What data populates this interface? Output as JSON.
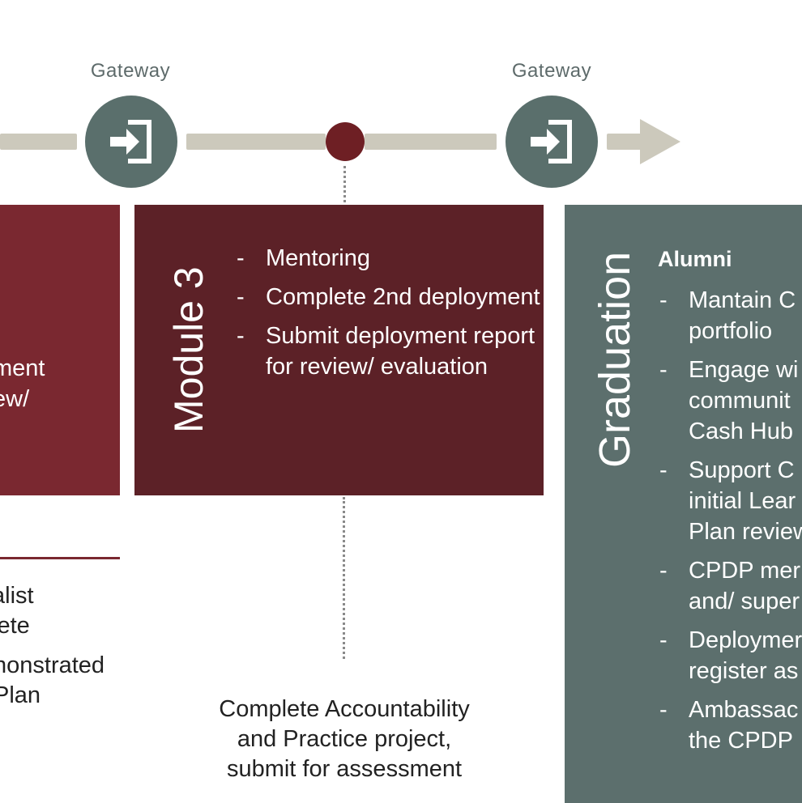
{
  "timeline": {
    "gateway_left_label": "Gateway",
    "gateway_right_label": "Gateway"
  },
  "left_card": {
    "fragment_text": "ment\new/"
  },
  "module3": {
    "title": "Module 3",
    "items": [
      "Mentoring",
      "Complete 2nd deployment",
      "Submit deployment report for review/ evaluation"
    ]
  },
  "graduation": {
    "title": "Graduation",
    "subtitle": "Alumni",
    "items": [
      "Mantain C\nportfolio",
      "Engage wi\ncommunit\nCash Hub",
      "Support C\ninitial Lear\nPlan review",
      "CPDP mer\nand/ super",
      "Deploymer\nregister as",
      "Ambassac\nthe CPDP"
    ]
  },
  "below_left": {
    "lines_1": "alist\nlete",
    "lines_2": "nonstrated\nPlan"
  },
  "module3_outcome": {
    "text": "Complete Accountability\nand Practice project,\nsubmit for assessment"
  },
  "colors": {
    "track": "#ccc9bc",
    "gateway": "#5a6f6c",
    "milestone": "#6e1f24",
    "module2": "#7a2830",
    "module3": "#5c2127",
    "graduation": "#5c6f6d"
  },
  "icons": {
    "gateway_icon": "sign-in-icon"
  }
}
